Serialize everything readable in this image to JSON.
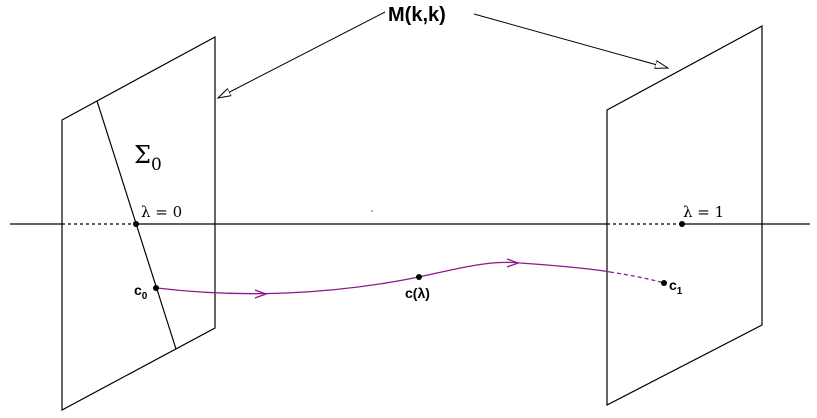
{
  "diagram": {
    "manifold_label": "M(k,k)",
    "surface_label": {
      "symbol": "Σ",
      "subscript": "0"
    },
    "lambda_start": {
      "symbol": "λ",
      "text": " = 0"
    },
    "lambda_end": {
      "symbol": "λ",
      "text": " = 1"
    },
    "point_start": {
      "base": "c",
      "subscript": "0"
    },
    "point_middle": {
      "text": "c(λ)"
    },
    "point_end": {
      "base": "c",
      "subscript": "1"
    },
    "colors": {
      "lines": "#000000",
      "curve": "#8b1a8b",
      "background": "#ffffff"
    }
  }
}
